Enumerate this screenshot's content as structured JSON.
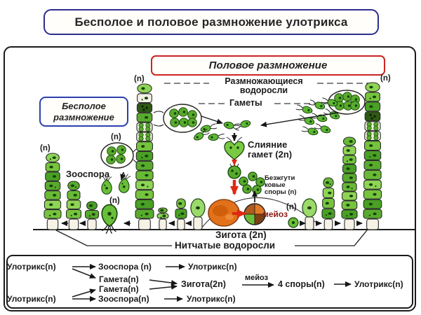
{
  "title": "Бесполое и половое размножение улотрикса",
  "sections": {
    "sexual_label": "Половое размножение",
    "asexual_label_line1": "Бесполое",
    "asexual_label_line2": "размножение"
  },
  "diagram_labels": {
    "reproducing_algae_line1": "Размножающиеся",
    "reproducing_algae_line2": "водоросли",
    "gametes": "Гаметы",
    "zoospore": "Зооспора",
    "gamete_fusion_line1": "Слияние",
    "gamete_fusion_line2": "гамет (2n)",
    "nonflagellate_spores_line1": "Безжгути",
    "nonflagellate_spores_line2": "ковые",
    "nonflagellate_spores_line3": "споры (n)",
    "meiosis": "мейоз",
    "zygote": "Зигота (2n)",
    "filamentous_algae": "Нитчатые водоросли",
    "haploid_marker": "(n)"
  },
  "flow_chart": {
    "ulothrix_top_left": "Улотрикс(n)",
    "zoospore_top": "Зооспора (n)",
    "ulothrix_top_right": "Улотрикс(n)",
    "gamete_1": "Гамета(n)",
    "gamete_2": "Гамета(n)",
    "zygote": "Зигота(2n)",
    "meiosis": "мейоз",
    "four_spores": "4 споры(n)",
    "ulothrix_right": "Улотрикс(n)",
    "ulothrix_bottom_left": "Улотрикс(n)",
    "zoospore_bottom": "Зооспора(n)",
    "ulothrix_bottom_right": "Улотрикс(n)"
  },
  "colors": {
    "title_border": "#2b2e8c",
    "sexual_border": "#cc2323",
    "asexual_border": "#2b3fae",
    "diagram_border": "#1a1a1a",
    "meiosis_text": "#8b1f14",
    "zygote_orange": "#e2711c",
    "algae_green": "#5cb832",
    "red_arrow": "#e02813"
  }
}
